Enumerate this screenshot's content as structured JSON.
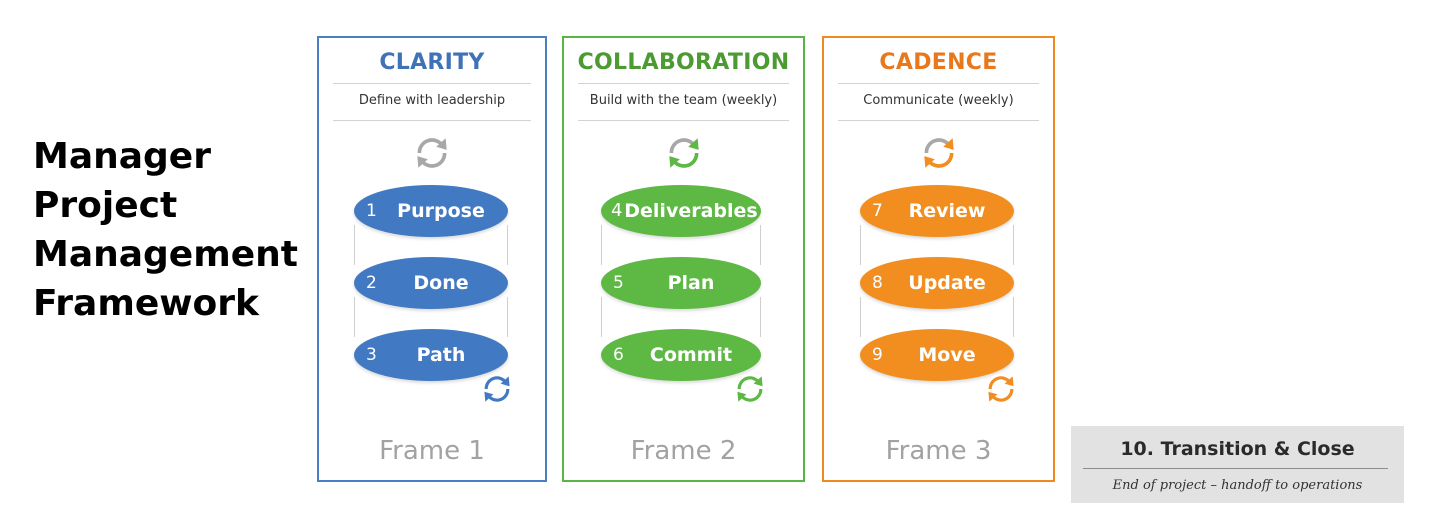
{
  "title": {
    "lines": [
      "Manager",
      "Project",
      "Management",
      "Framework"
    ]
  },
  "frames": [
    {
      "heading": "CLARITY",
      "subtitle": "Define with leadership",
      "steps": [
        {
          "num": "1",
          "label": "Purpose"
        },
        {
          "num": "2",
          "label": "Done"
        },
        {
          "num": "3",
          "label": "Path"
        }
      ],
      "footer": "Frame 1",
      "color": "#4279c3"
    },
    {
      "heading": "COLLABORATION",
      "subtitle": "Build with the team (weekly)",
      "steps": [
        {
          "num": "4",
          "label": "Deliverables"
        },
        {
          "num": "5",
          "label": "Plan"
        },
        {
          "num": "6",
          "label": "Commit"
        }
      ],
      "footer": "Frame 2",
      "color": "#5db844"
    },
    {
      "heading": "CADENCE",
      "subtitle": "Communicate (weekly)",
      "steps": [
        {
          "num": "7",
          "label": "Review"
        },
        {
          "num": "8",
          "label": "Update"
        },
        {
          "num": "9",
          "label": "Move"
        }
      ],
      "footer": "Frame 3",
      "color": "#f18e1f"
    }
  ],
  "transition": {
    "title": "10. Transition & Close",
    "subtitle": "End of project – handoff to operations"
  },
  "icons": {
    "cycle": "refresh-cycle-icon"
  }
}
